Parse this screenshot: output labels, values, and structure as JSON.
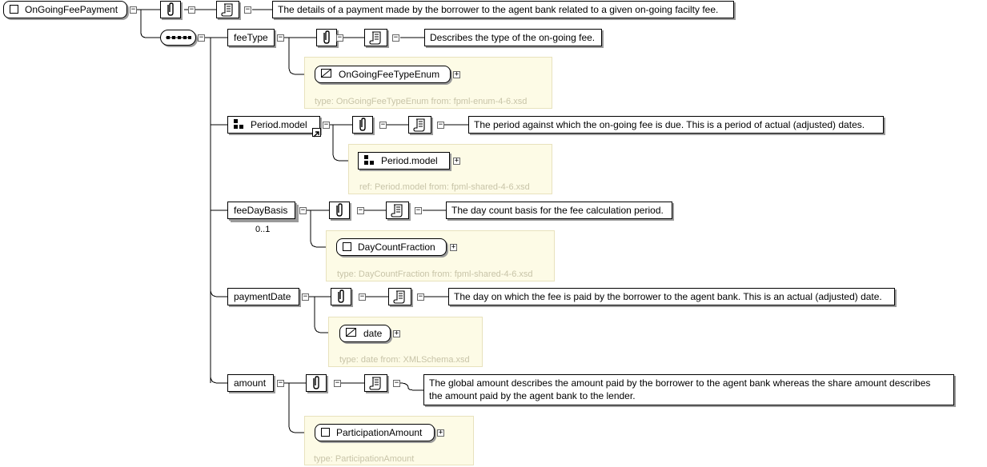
{
  "root": {
    "name": "OnGoingFeePayment",
    "doc": "The details of a payment made by the borrower to the agent bank related to a given on-going facilty fee."
  },
  "children": {
    "feeType": {
      "name": "feeType",
      "doc": "Describes the type of the on-going fee.",
      "type_name": "OnGoingFeeTypeEnum",
      "type_label": "type: OnGoingFeeTypeEnum from: fpml-enum-4-6.xsd"
    },
    "period": {
      "name": "Period.model",
      "doc": "The period against which the on-going fee is due. This is a period of actual (adjusted) dates.",
      "type_name": "Period.model",
      "type_label": "ref: Period.model from: fpml-shared-4-6.xsd"
    },
    "feeDayBasis": {
      "name": "feeDayBasis",
      "cardinality": "0..1",
      "doc": "The day count basis for the fee calculation period.",
      "type_name": "DayCountFraction",
      "type_label": "type: DayCountFraction from: fpml-shared-4-6.xsd"
    },
    "paymentDate": {
      "name": "paymentDate",
      "doc": "The day on which the fee is paid by the borrower to the agent bank. This is an actual (adjusted) date.",
      "type_name": "date",
      "type_label": "type: date from: XMLSchema.xsd"
    },
    "amount": {
      "name": "amount",
      "doc_line1": "The global amount describes the amount paid by the borrower to the agent bank whereas the share amount describes",
      "doc_line2": "the amount paid by the agent bank to the lender.",
      "type_name": "ParticipationAmount",
      "type_label": "type: ParticipationAmount"
    }
  },
  "symbols": {
    "collapse": "−",
    "expand": "+"
  },
  "colors": {
    "type_box_bg": "#fdfbe6",
    "type_box_border": "#e8e2bd",
    "type_label": "#c8c4a8",
    "shadow": "#9a9a9a"
  }
}
